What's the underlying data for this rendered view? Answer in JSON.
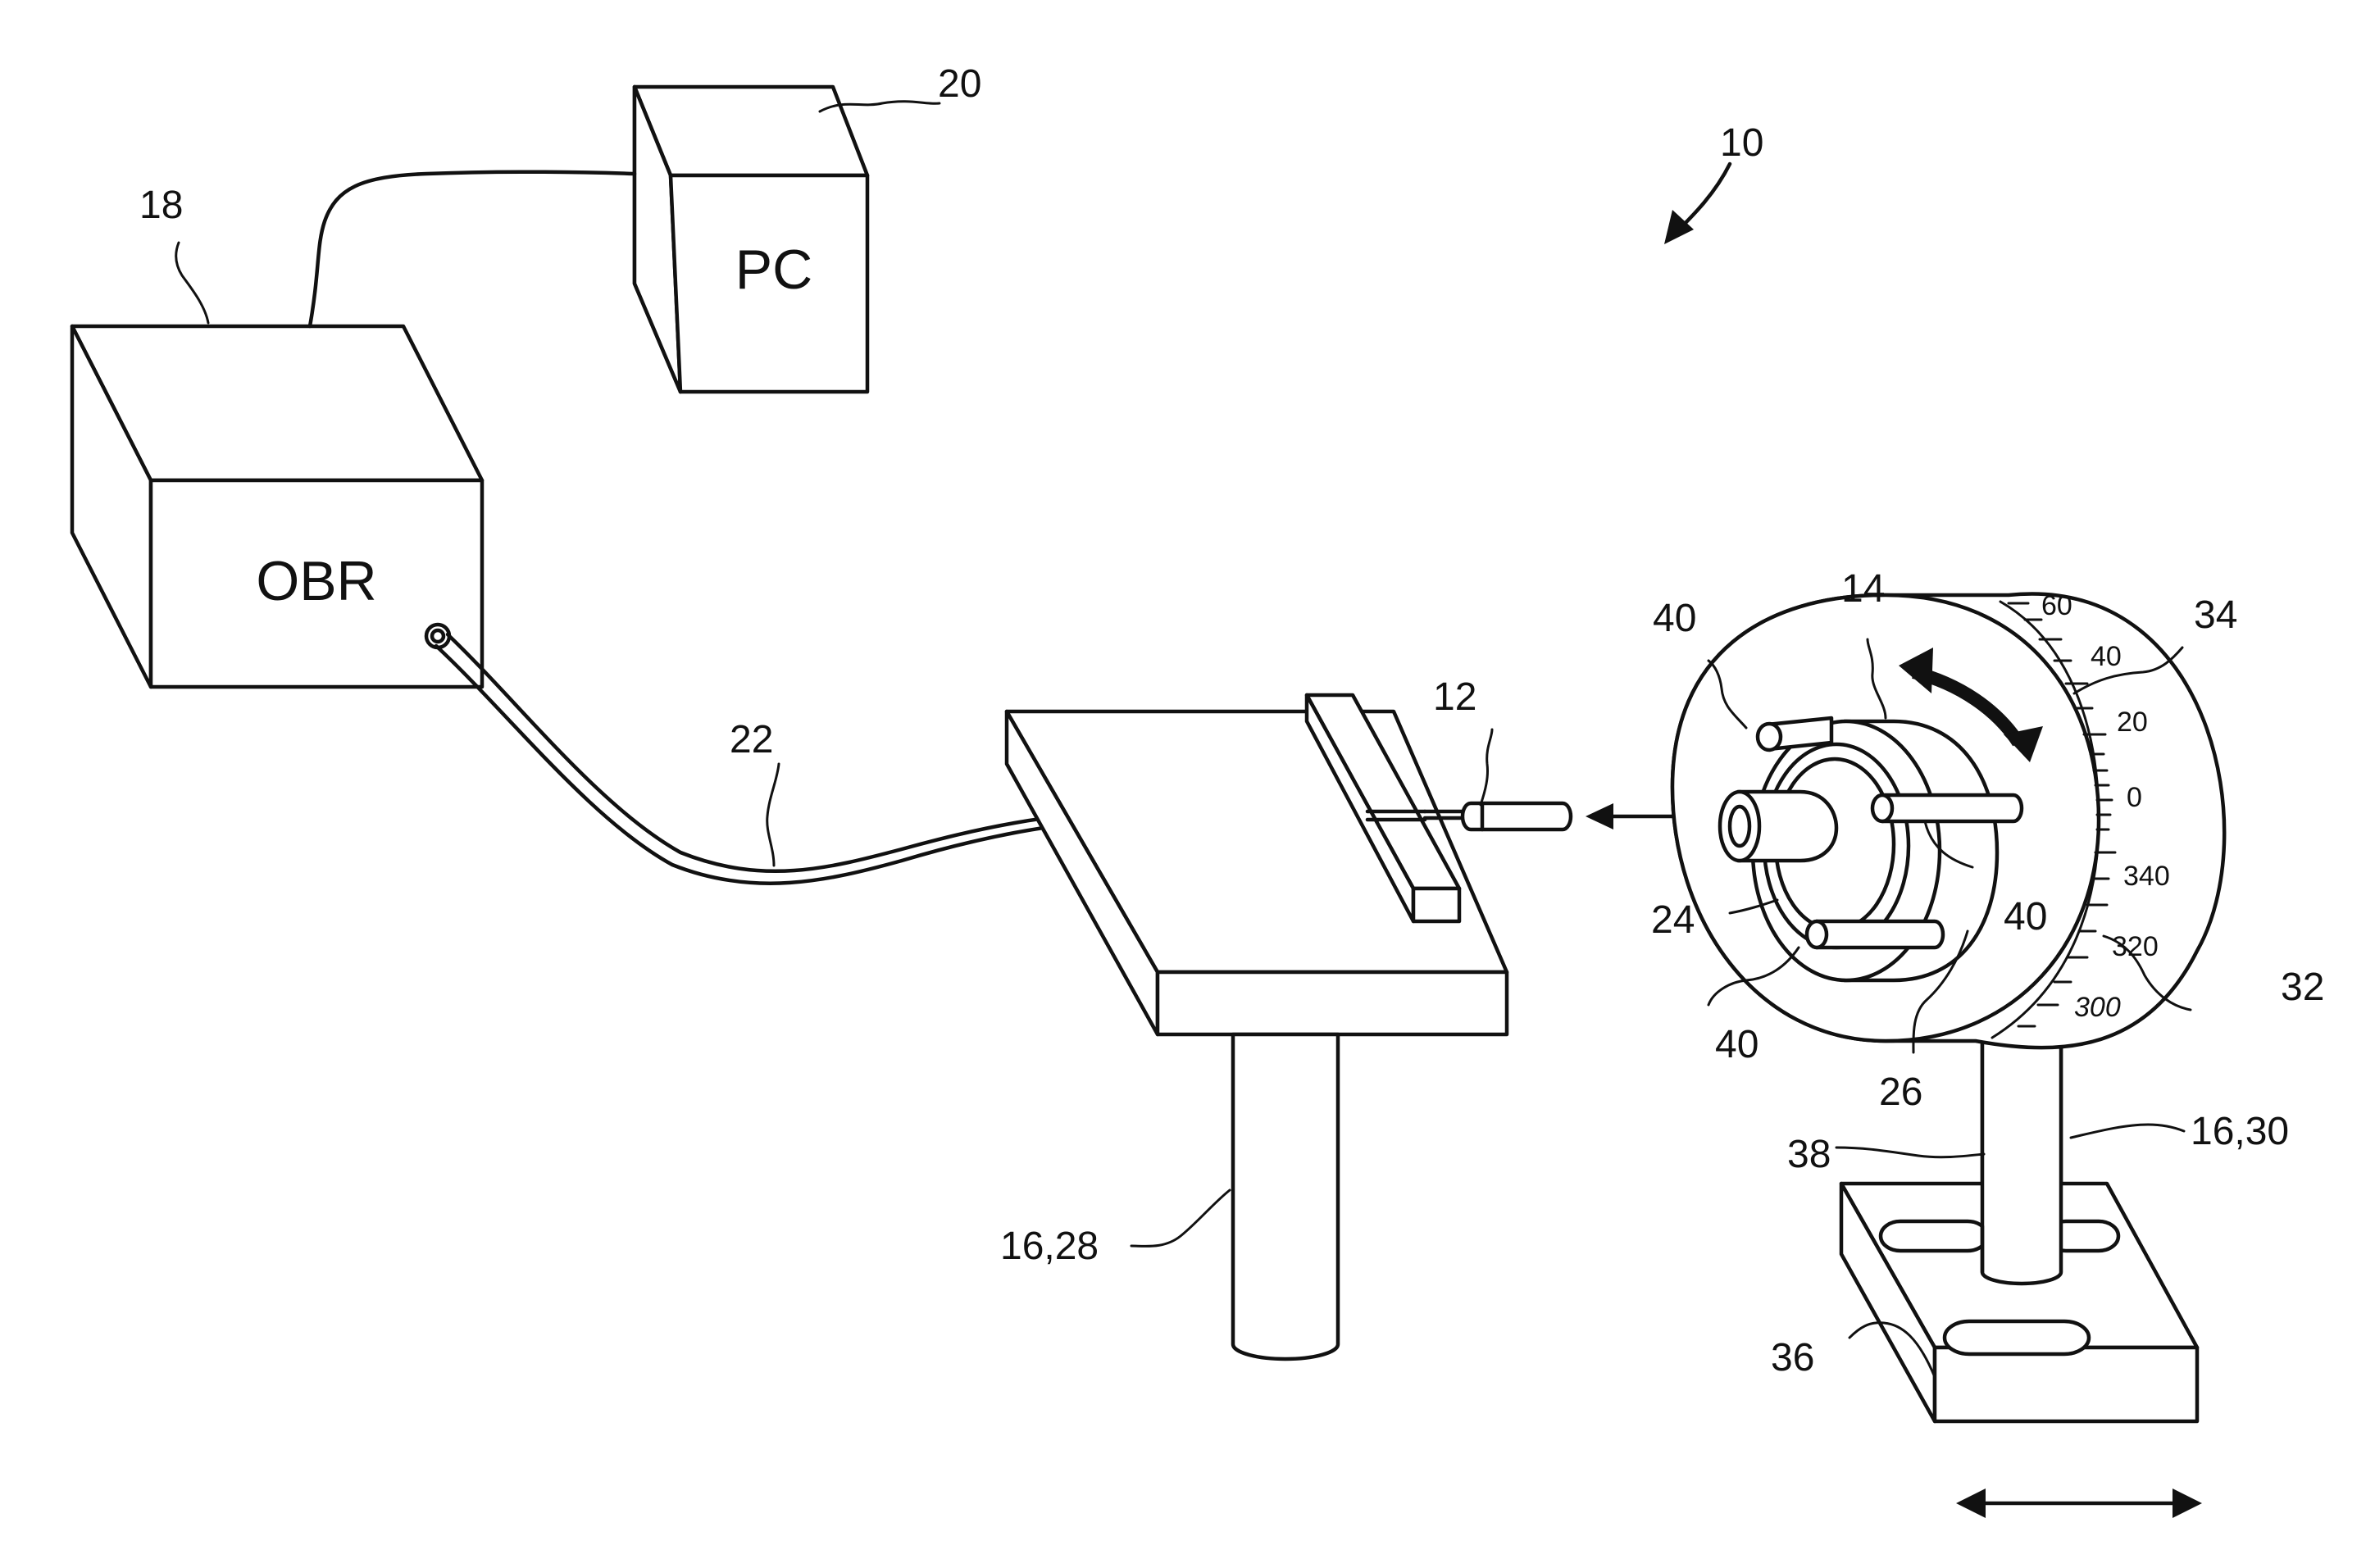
{
  "boxes": {
    "obr": "OBR",
    "pc": "PC"
  },
  "refs": {
    "system": "10",
    "fiber_end": "12",
    "rotor": "14",
    "obr": "18",
    "pc": "20",
    "fiber": "22",
    "center_hub": "24",
    "ring": "26",
    "disk": "32",
    "scale_edge": "34",
    "base": "36",
    "post": "38",
    "pin_top": "40",
    "pin_right": "40",
    "pin_bottom": "40",
    "left_support": "16,28",
    "right_support": "16,30"
  },
  "dial_scale": {
    "ticks": [
      "60",
      "40",
      "20",
      "0",
      "340",
      "320",
      "300"
    ]
  }
}
